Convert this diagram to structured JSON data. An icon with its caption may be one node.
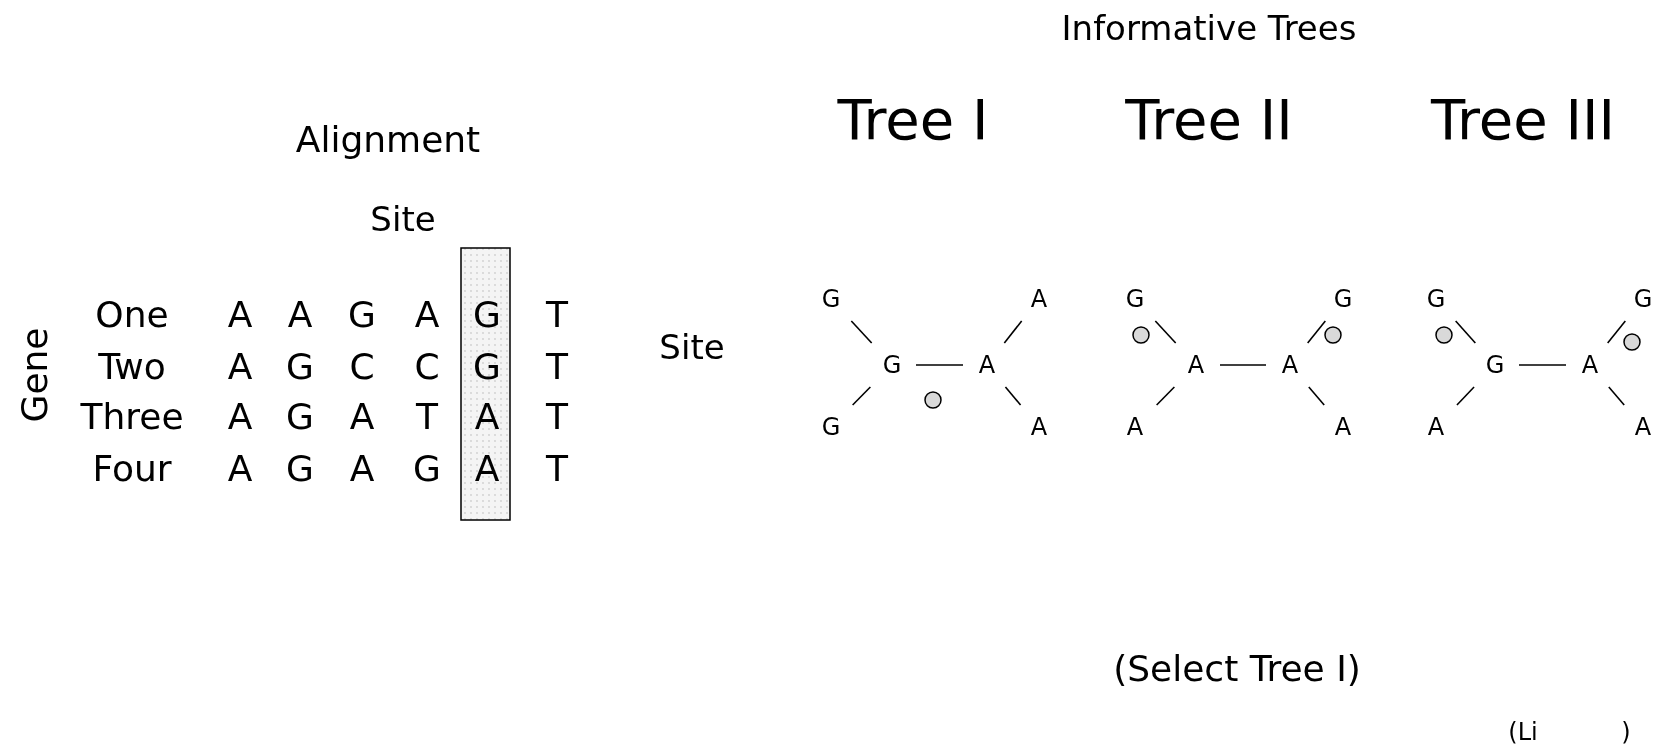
{
  "diagram": {
    "nodes": [
      {
        "text": [
          "G"
        ]
      },
      {
        "text": [
          "A"
        ]
      },
      {
        "text": [
          "G"
        ]
      },
      {
        "text": [
          "A"
        ]
      },
      {
        "text": [
          "G"
        ]
      },
      {
        "text": [
          "A"
        ]
      },
      {
        "text": [
          "G"
        ]
      },
      {
        "text": [
          "G"
        ]
      },
      {
        "text": [
          "A"
        ]
      },
      {
        "text": [
          "A"
        ]
      },
      {
        "text": [
          "A"
        ]
      },
      {
        "text": [
          "A"
        ]
      },
      {
        "text": [
          "G"
        ]
      },
      {
        "text": [
          "G"
        ]
      },
      {
        "text": [
          "G"
        ]
      },
      {
        "text": [
          "A"
        ]
      },
      {
        "text": [
          "A"
        ]
      },
      {
        "text": [
          "A"
        ]
      }
    ],
    "edges": [
      {
        "from": 0,
        "to": 2,
        "arrow": "none"
      },
      {
        "from": 4,
        "to": 2,
        "arrow": "none"
      },
      {
        "from": 2,
        "to": 3,
        "arrow": "none"
      },
      {
        "from": 3,
        "to": 1,
        "arrow": "none"
      },
      {
        "from": 3,
        "to": 5,
        "arrow": "none"
      },
      {
        "from": 6,
        "to": 8,
        "arrow": "none"
      },
      {
        "from": 10,
        "to": 8,
        "arrow": "none"
      },
      {
        "from": 8,
        "to": 9,
        "arrow": "none"
      },
      {
        "from": 9,
        "to": 7,
        "arrow": "none"
      },
      {
        "from": 9,
        "to": 11,
        "arrow": "none"
      },
      {
        "from": 12,
        "to": 14,
        "arrow": "none"
      },
      {
        "from": 16,
        "to": 14,
        "arrow": "none"
      },
      {
        "from": 14,
        "to": 15,
        "arrow": "none"
      },
      {
        "from": 15,
        "to": 13,
        "arrow": "none"
      },
      {
        "from": 15,
        "to": 17,
        "arrow": "none"
      }
    ],
    "labels": [
      "Informative Trees",
      "Tree I",
      "Tree II",
      "Tree III",
      "Alignment",
      "Site",
      "Gene",
      "One",
      "A",
      "A",
      "G",
      "A",
      "G",
      "T",
      "Two",
      "A",
      "G",
      "C",
      "C",
      "G",
      "T",
      "Three",
      "A",
      "G",
      "A",
      "T",
      "A",
      "T",
      "Four",
      "A",
      "G",
      "A",
      "G",
      "A",
      "T",
      "Site",
      "(Select Tree I)",
      "(Li",
      ")"
    ]
  }
}
